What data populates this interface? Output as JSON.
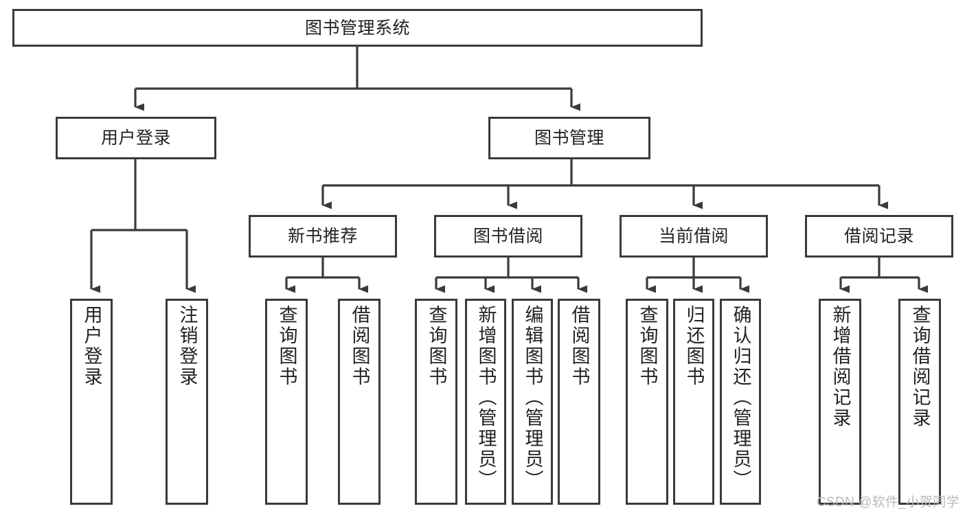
{
  "diagram": {
    "title": "图书管理系统",
    "type": "tree-hierarchy",
    "root": {
      "id": "root",
      "label": "图书管理系统"
    },
    "level1": [
      {
        "id": "user-login",
        "label": "用户登录"
      },
      {
        "id": "book-manage",
        "label": "图书管理"
      }
    ],
    "level2": [
      {
        "id": "new-book-rec",
        "label": "新书推荐",
        "parent": "book-manage"
      },
      {
        "id": "book-borrow",
        "label": "图书借阅",
        "parent": "book-manage"
      },
      {
        "id": "current-borrow",
        "label": "当前借阅",
        "parent": "book-manage"
      },
      {
        "id": "borrow-record",
        "label": "借阅记录",
        "parent": "book-manage"
      }
    ],
    "leaves": [
      {
        "id": "leaf-user-login",
        "label": "用户登录",
        "parent": "user-login"
      },
      {
        "id": "leaf-logout",
        "label": "注销登录",
        "parent": "user-login"
      },
      {
        "id": "leaf-query-book-1",
        "label": "查询图书",
        "parent": "new-book-rec"
      },
      {
        "id": "leaf-borrow-book-1",
        "label": "借阅图书",
        "parent": "new-book-rec"
      },
      {
        "id": "leaf-query-book-2",
        "label": "查询图书",
        "parent": "book-borrow"
      },
      {
        "id": "leaf-add-book",
        "label": "新增图书（管理员）",
        "parent": "book-borrow"
      },
      {
        "id": "leaf-edit-book",
        "label": "编辑图书（管理员）",
        "parent": "book-borrow"
      },
      {
        "id": "leaf-borrow-book-2",
        "label": "借阅图书",
        "parent": "book-borrow"
      },
      {
        "id": "leaf-query-book-3",
        "label": "查询图书",
        "parent": "current-borrow"
      },
      {
        "id": "leaf-return-book",
        "label": "归还图书",
        "parent": "current-borrow"
      },
      {
        "id": "leaf-confirm-return",
        "label": "确认归还（管理员）",
        "parent": "current-borrow"
      },
      {
        "id": "leaf-add-record",
        "label": "新增借阅记录",
        "parent": "borrow-record"
      },
      {
        "id": "leaf-query-record",
        "label": "查询借阅记录",
        "parent": "borrow-record"
      }
    ]
  },
  "watermark": {
    "text": "CSDN @软件_小贺同学"
  },
  "colors": {
    "stroke": "#3a3a3a",
    "box_fill": "#ffffff",
    "text": "#222222",
    "watermark": "#b9b9b9",
    "background": "#ffffff"
  }
}
